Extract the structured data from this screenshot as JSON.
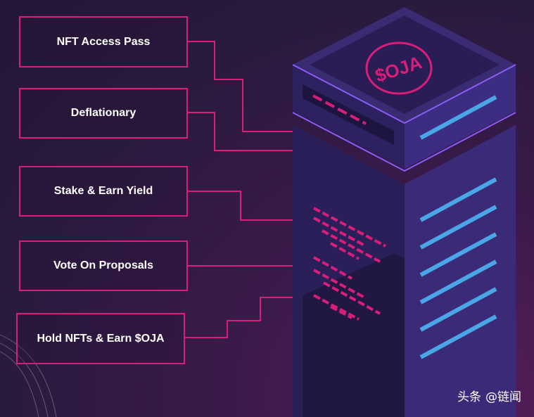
{
  "features": [
    "NFT Access Pass",
    "Deflationary",
    "Stake & Earn Yield",
    "Vote On Proposals",
    "Hold NFTs & Earn $OJA"
  ],
  "server": {
    "logo_text": "$OJA"
  },
  "watermark": {
    "source": "头条",
    "handle": "@链闻"
  },
  "colors": {
    "accent_pink": "#d81e78",
    "server_light": "#4aa6e6",
    "server_dark": "#2b1f5a",
    "background": "#2a1a3e"
  },
  "icons": [
    "arcs-decoration-icon",
    "server-tower-icon",
    "oja-coin-logo-icon"
  ]
}
